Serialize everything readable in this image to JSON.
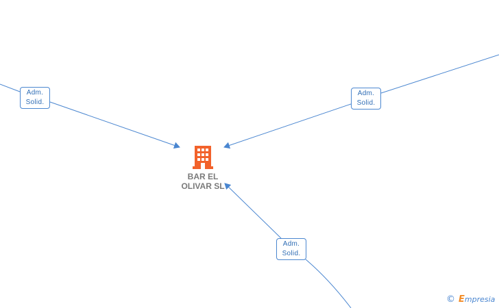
{
  "company": {
    "name_line1": "BAR EL",
    "name_line2": "OLIVAR SL",
    "icon": "building-icon",
    "icon_color": "#f2622b"
  },
  "edges": [
    {
      "line1": "Adm.",
      "line2": "Solid."
    },
    {
      "line1": "Adm.",
      "line2": "Solid."
    },
    {
      "line1": "Adm.",
      "line2": "Solid."
    }
  ],
  "colors": {
    "edge": "#4a86d0",
    "label_text": "#2f6db5",
    "company_text": "#7a7a7a"
  },
  "watermark": {
    "symbol": "©",
    "brand_initial": "E",
    "brand_rest": "mpresia"
  }
}
